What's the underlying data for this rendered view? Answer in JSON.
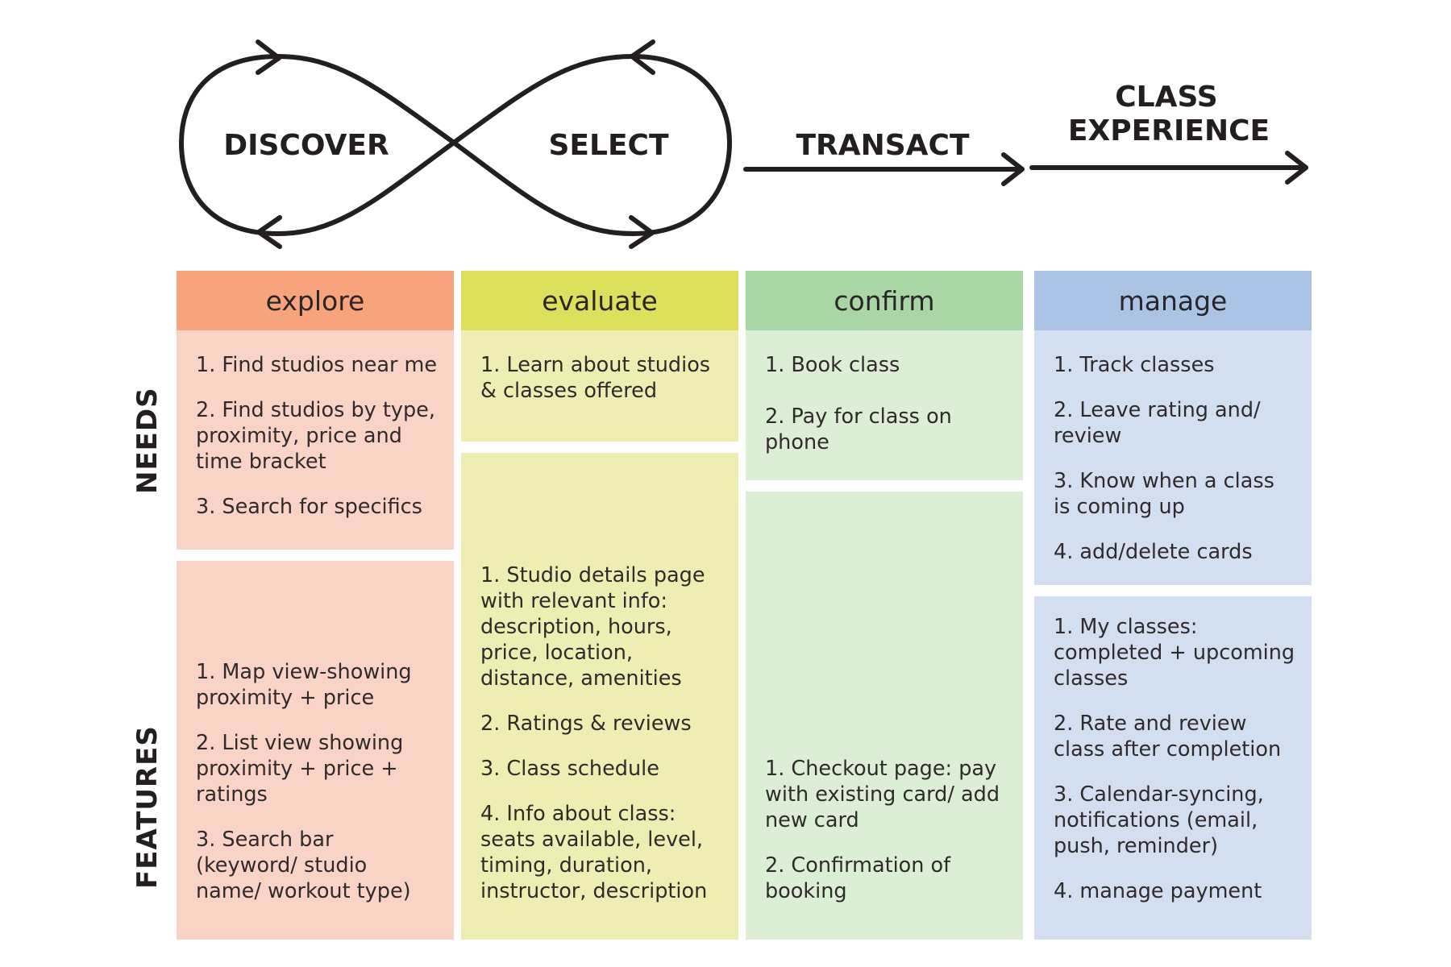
{
  "stages": {
    "discover": "DISCOVER",
    "select": "SELECT",
    "transact": "TRANSACT",
    "class_experience_line1": "CLASS",
    "class_experience_line2": "EXPERIENCE"
  },
  "rows": {
    "needs": "NEEDS",
    "features": "FEATURES"
  },
  "colors": {
    "explore_header": "#f7a37c",
    "explore_cell": "#f9d4c6",
    "evaluate_header": "#dde05c",
    "evaluate_cell": "#eeeeb3",
    "confirm_header": "#a8d6a4",
    "confirm_cell": "#dcefd6",
    "manage_header": "#abc4e6",
    "manage_cell": "#d3dff0",
    "line": "#231f20"
  },
  "columns": [
    {
      "header": "explore",
      "needs": [
        "1. Find studios near me",
        "2. Find studios by type, proximity, price and time bracket",
        "3. Search for specifics"
      ],
      "features": [
        "1. Map view-showing proximity + price",
        "2. List view showing proximity + price + ratings",
        "3. Search bar (keyword/ studio name/ workout type)"
      ]
    },
    {
      "header": "evaluate",
      "needs": [
        "1. Learn about studios & classes offered"
      ],
      "features": [
        "1. Studio details page with relevant info: description, hours, price, location, distance, amenities",
        "2. Ratings & reviews",
        "3. Class schedule",
        "4. Info about class: seats available, level, timing, duration, instructor, description"
      ]
    },
    {
      "header": "confirm",
      "needs": [
        "1. Book class",
        "2. Pay for class on phone"
      ],
      "features": [
        "1. Checkout page: pay with existing card/ add new card",
        "2. Confirmation of booking"
      ]
    },
    {
      "header": "manage",
      "needs": [
        "1. Track classes",
        "2. Leave rating and/ review",
        "3. Know when a class is coming up",
        "4. add/delete cards"
      ],
      "features": [
        "1. My classes: completed + upcoming classes",
        "2. Rate and review class after completion",
        "3. Calendar-syncing, notifications (email, push, reminder)",
        "4. manage payment"
      ]
    }
  ]
}
